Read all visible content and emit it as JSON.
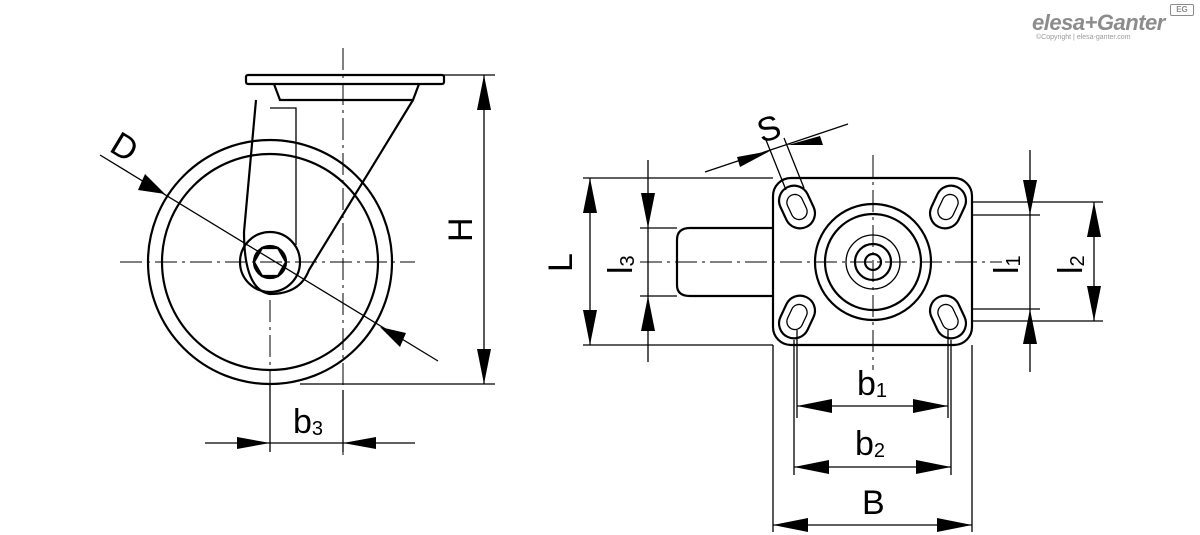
{
  "logo": {
    "brand": "elesa+Ganter",
    "copyright": "©Copyright | elesa-ganter.com",
    "badge": "EG"
  },
  "labels": {
    "D": "D",
    "H": "H",
    "b3_main": "b",
    "b3_sub": "3",
    "S": "S",
    "L": "L",
    "l3_main": "l",
    "l3_sub": "3",
    "l1_main": "l",
    "l1_sub": "1",
    "l2_main": "l",
    "l2_sub": "2",
    "b1_main": "b",
    "b1_sub": "1",
    "b2_main": "b",
    "b2_sub": "2",
    "B": "B"
  }
}
